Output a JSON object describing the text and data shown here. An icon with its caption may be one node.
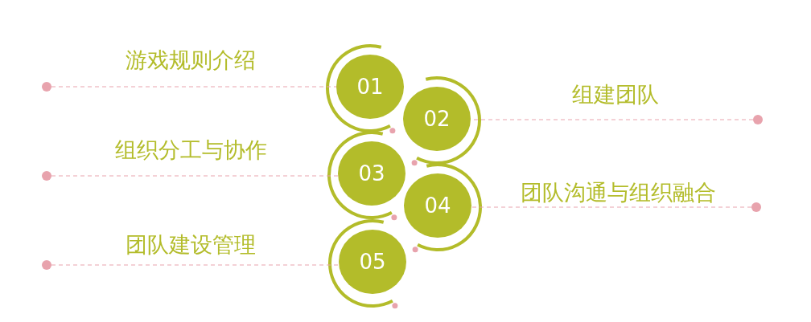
{
  "diagram": {
    "nodes": [
      {
        "text": [
          "01"
        ]
      },
      {
        "text": [
          "02"
        ]
      },
      {
        "text": [
          "03"
        ]
      },
      {
        "text": [
          "04"
        ]
      },
      {
        "text": [
          "05"
        ]
      },
      {
        "text": [],
        "shape": "circle"
      },
      {
        "text": [],
        "shape": "circle"
      },
      {
        "text": [],
        "shape": "circle"
      },
      {
        "text": [],
        "shape": "circle"
      },
      {
        "text": [],
        "shape": "circle"
      }
    ],
    "edges": [
      {
        "from": 5,
        "to": 0,
        "arrow": "none",
        "style": "dashed"
      },
      {
        "from": 6,
        "to": 1,
        "arrow": "none",
        "style": "dashed"
      },
      {
        "from": 7,
        "to": 2,
        "arrow": "none",
        "style": "dashed"
      },
      {
        "from": 8,
        "to": 3,
        "arrow": "none",
        "style": "dashed"
      },
      {
        "from": 9,
        "to": 4,
        "arrow": "none",
        "style": "dashed"
      }
    ],
    "labels": [
      "游戏规则介绍",
      "组建团队",
      "组织分工与协作",
      "团队沟通与组织融合",
      "团队建设管理"
    ]
  }
}
